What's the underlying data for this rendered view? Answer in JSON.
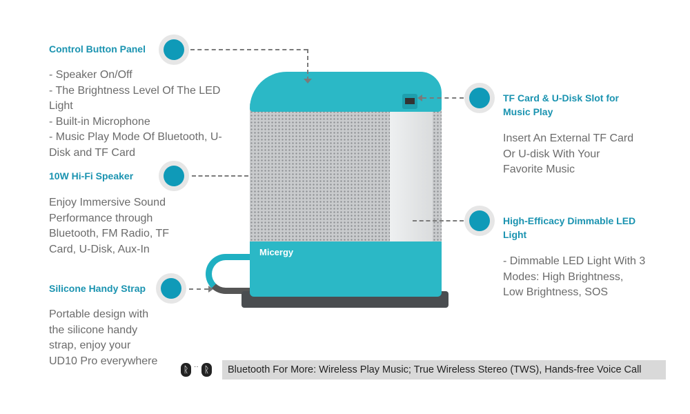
{
  "features": {
    "control": {
      "title": "Control Button Panel",
      "lines": [
        "- Speaker On/Off",
        "- The Brightness Level Of The LED",
        "Light",
        "- Built-in Microphone",
        "- Music Play Mode Of Bluetooth, U-",
        "Disk and TF Card"
      ]
    },
    "speaker": {
      "title": "10W Hi-Fi Speaker",
      "lines": [
        "Enjoy Immersive Sound",
        "Performance through",
        "Bluetooth, FM Radio, TF",
        "Card, U-Disk, Aux-In"
      ]
    },
    "strap": {
      "title": "Silicone Handy Strap",
      "lines": [
        "Portable design with",
        "the silicone handy",
        "strap, enjoy your",
        "UD10 Pro everywhere"
      ]
    },
    "slot": {
      "title_lines": [
        "TF Card & U-Disk Slot for",
        "Music Play"
      ],
      "lines": [
        "Insert An External TF Card",
        "Or U-disk With Your",
        "Favorite Music"
      ]
    },
    "led": {
      "title_lines": [
        "High-Efficacy Dimmable LED",
        "Light"
      ],
      "lines": [
        "- Dimmable LED Light With 3",
        "Modes: High Brightness,",
        "Low Brightness, SOS"
      ]
    }
  },
  "product": {
    "brand": "Micergy"
  },
  "banner": {
    "text": "Bluetooth For More: Wireless Play Music; True Wireless Stereo (TWS), Hands-free Voice Call"
  },
  "colors": {
    "accent": "#1a93b0",
    "body_teal": "#2bb8c6"
  }
}
